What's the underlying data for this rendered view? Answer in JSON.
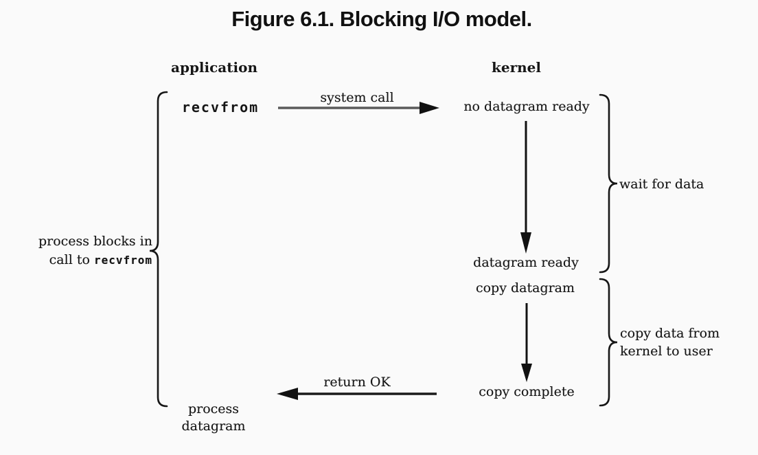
{
  "figure": {
    "title": "Figure 6.1. Blocking I/O model.",
    "columns": {
      "left": "application",
      "right": "kernel"
    },
    "app_call": "recvfrom",
    "arrows": {
      "system_call": "system call",
      "return_ok": "return OK"
    },
    "kernel_states": {
      "no_datagram_ready": "no datagram ready",
      "datagram_ready": "datagram ready",
      "copy_datagram": "copy datagram",
      "copy_complete": "copy complete"
    },
    "braces": {
      "process_blocks_line1": "process blocks in",
      "process_blocks_line2_prefix": "call to ",
      "process_blocks_code": "recvfrom",
      "wait_for_data": "wait for data",
      "copy_data_line1": "copy data from",
      "copy_data_line2": "kernel to user"
    },
    "bottom": {
      "line1": "process",
      "line2": "datagram"
    }
  },
  "colors": {
    "background": "#fafafa",
    "ink": "#161616",
    "system_call_line": "#5a5a5a"
  }
}
